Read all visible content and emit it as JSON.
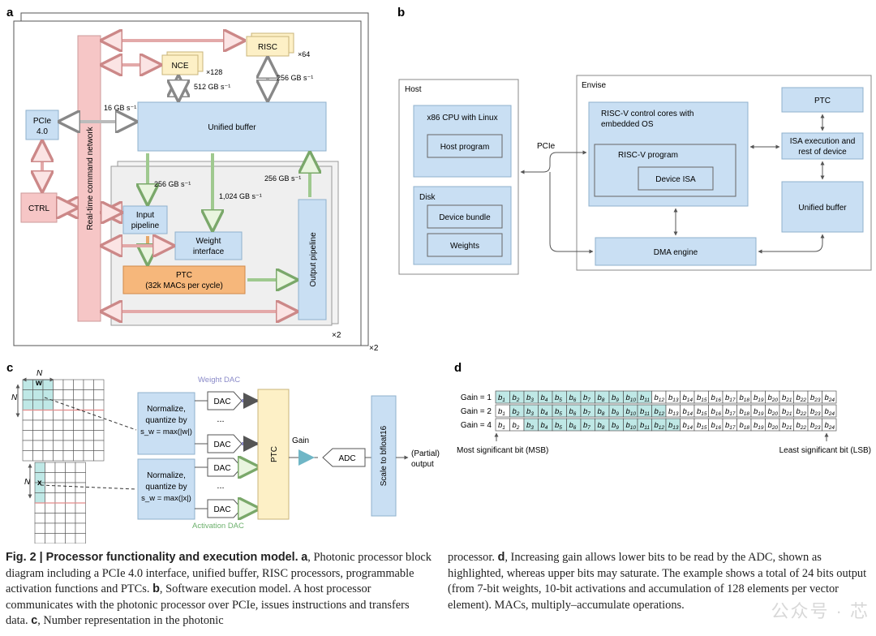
{
  "panel_labels": {
    "a": "a",
    "b": "b",
    "c": "c",
    "d": "d"
  },
  "panel_a": {
    "command_network": "Real-time command network",
    "risc": "RISC",
    "risc_count": "×64",
    "nce": "NCE",
    "nce_count": "×128",
    "bw_nce": "512 GB s⁻¹",
    "bw_risc": "256 GB s⁻¹",
    "bw_pcie": "16 GB s⁻¹",
    "pcie": "PCIe",
    "pcie_ver": "4.0",
    "unified_buffer": "Unified buffer",
    "ctrl": "CTRL",
    "bw_input": "256 GB s⁻¹",
    "bw_weight": "1,024 GB s⁻¹",
    "bw_output": "256 GB s⁻¹",
    "input_pipeline_1": "Input",
    "input_pipeline_2": "pipeline",
    "weight_interface_1": "Weight",
    "weight_interface_2": "interface",
    "ptc_1": "PTC",
    "ptc_2": "(32k MACs per cycle)",
    "output_pipeline": "Output pipeline",
    "inner_count": "×2",
    "outer_count": "×2"
  },
  "panel_b": {
    "host": "Host",
    "cpu": "x86 CPU with Linux",
    "host_program": "Host program",
    "disk": "Disk",
    "device_bundle": "Device bundle",
    "weights": "Weights",
    "pcie": "PCIe",
    "envise": "Envise",
    "riscv_cores_1": "RISC-V control cores with",
    "riscv_cores_2": "embedded OS",
    "riscv_program": "RISC-V program",
    "device_isa": "Device ISA",
    "ptc": "PTC",
    "isa_exec_1": "ISA execution and",
    "isa_exec_2": "rest of device",
    "unified_buffer": "Unified buffer",
    "dma": "DMA engine"
  },
  "panel_c": {
    "n_top_1": "N",
    "n_top_2": "N",
    "w_label": "w",
    "x_label": "x",
    "n_bottom": "N",
    "weight_dac": "Weight DAC",
    "activation_dac": "Activation DAC",
    "normalize_w_1": "Normalize,",
    "normalize_w_2": "quantize by",
    "normalize_w_3": "s_w = max(|w|)",
    "normalize_x_1": "Normalize,",
    "normalize_x_2": "quantize by",
    "normalize_x_3": "s_w = max(|x|)",
    "dac": "DAC",
    "dots": "...",
    "ptc": "PTC",
    "gain": "Gain",
    "adc": "ADC",
    "scale": "Scale to bfloat16",
    "output_1": "(Partial)",
    "output_2": "output"
  },
  "panel_d": {
    "rows": [
      {
        "label": "Gain = 1",
        "start": 1,
        "end": 11
      },
      {
        "label": "Gain = 2",
        "start": 2,
        "end": 12
      },
      {
        "label": "Gain = 4",
        "start": 3,
        "end": 13
      }
    ],
    "bit_count": 24,
    "bit_prefix": "b",
    "msb": "Most significant bit (MSB)",
    "lsb": "Least significant bit (LSB)"
  },
  "caption_left": {
    "title": "Fig. 2 | Processor functionality and execution model.",
    "a": "a",
    "a_text": ", Photonic processor block diagram including a PCIe 4.0 interface, unified buffer, RISC processors, programmable activation functions and PTCs.",
    "b": "b",
    "b_text": ", Software execution model. A host processor communicates with the photonic processor over PCIe, issues instructions and transfers data.",
    "c": "c",
    "c_text": ", Number representation in the photonic"
  },
  "caption_right": {
    "text_1": "processor.",
    "d": "d",
    "text_2": ", Increasing gain allows lower bits to be read by the ADC, shown as highlighted, whereas upper bits may saturate. The example shows a total of 24 bits output (from 7-bit weights, 10-bit activations and accumulation of 128 elements per vector element). MACs, multiply–accumulate operations."
  },
  "watermark": "公众号 · 芯"
}
